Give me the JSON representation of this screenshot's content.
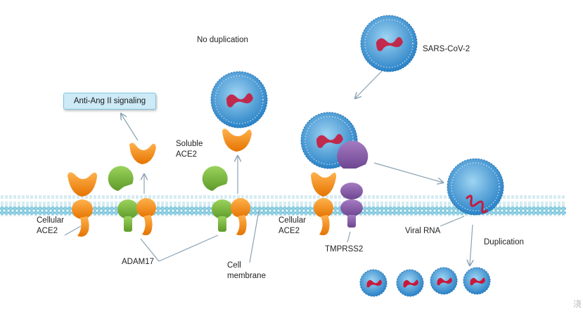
{
  "labels": {
    "no_duplication": "No duplication",
    "sars_cov_2": "SARS-CoV-2",
    "anti_ang": "Anti-Ang II signaling",
    "soluble_ace2": [
      "Soluble",
      "ACE2"
    ],
    "cellular_ace2_left": [
      "Cellular",
      "ACE2"
    ],
    "cellular_ace2_right": [
      "Cellular",
      "ACE2"
    ],
    "adam17": "ADAM17",
    "cell_membrane": [
      "Cell",
      "membrane"
    ],
    "tmprss2": "TMPRSS2",
    "viral_rna": "Viral RNA",
    "duplication": "Duplication"
  },
  "corner_glyph": "浇",
  "colors": {
    "ace2": "#f28a1a",
    "adam17": "#7ab83c",
    "tmprss2": "#8a5ca8",
    "membrane": "#6cc0da",
    "virus_spike": "#2d86c8",
    "viral_rna": "#c8193c"
  }
}
